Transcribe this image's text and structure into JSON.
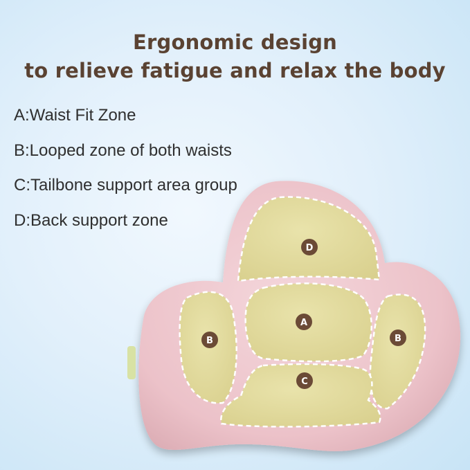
{
  "heading": {
    "line1": "Ergonomic design",
    "line2": "to relieve fatigue and relax the body"
  },
  "zones": [
    {
      "label": "A:Waist Fit Zone"
    },
    {
      "label": "B:Looped zone of both waists"
    },
    {
      "label": "C:Tailbone support area group"
    },
    {
      "label": "D:Back support zone"
    }
  ],
  "badges": {
    "a": "A",
    "b_left": "B",
    "b_right": "B",
    "c": "C",
    "d": "D"
  },
  "colors": {
    "heading_text": "#5a4232",
    "body_text": "#2f2f2f",
    "pillow_pink": "#efc9cf",
    "zone_green": "#e3dca0",
    "badge_brown": "#6b4a36",
    "background": "#d8ebf8"
  }
}
